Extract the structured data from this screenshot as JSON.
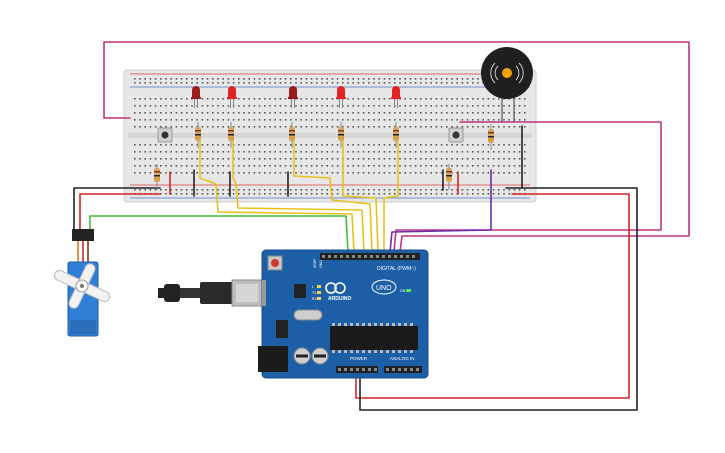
{
  "canvas": {
    "background": "#ffffff"
  },
  "breadboard": {
    "color": "#e7e7e7",
    "rail_red": "#d9403a",
    "rail_blue": "#4a74c9"
  },
  "components": {
    "leds": [
      {
        "name": "led-1",
        "color": "#9b1c1c"
      },
      {
        "name": "led-2",
        "color": "#e02424"
      },
      {
        "name": "led-3",
        "color": "#9b1c1c"
      },
      {
        "name": "led-4",
        "color": "#e02424"
      },
      {
        "name": "led-5",
        "color": "#e02424"
      }
    ],
    "buzzer_icon": "speaker-icon",
    "servo_color": "#2f7fd6"
  },
  "arduino": {
    "color": "#1d5fa7",
    "logo_text": "UNO",
    "brand_text": "ARDUINO",
    "digital_header": "DIGITAL (PWM~)",
    "power_header": "POWER",
    "analog_header": "ANALOG IN",
    "on_label": "ON",
    "tx_label": "TX",
    "rx_label": "RX",
    "l_label": "L",
    "aref_label": "AREF",
    "gnd_label": "GND"
  },
  "wire_colors": {
    "magenta": "#c0337f",
    "yellow": "#e8c21c",
    "green": "#3cbf3c",
    "purple": "#6a2fa8",
    "red": "#d42525",
    "black": "#222222"
  }
}
